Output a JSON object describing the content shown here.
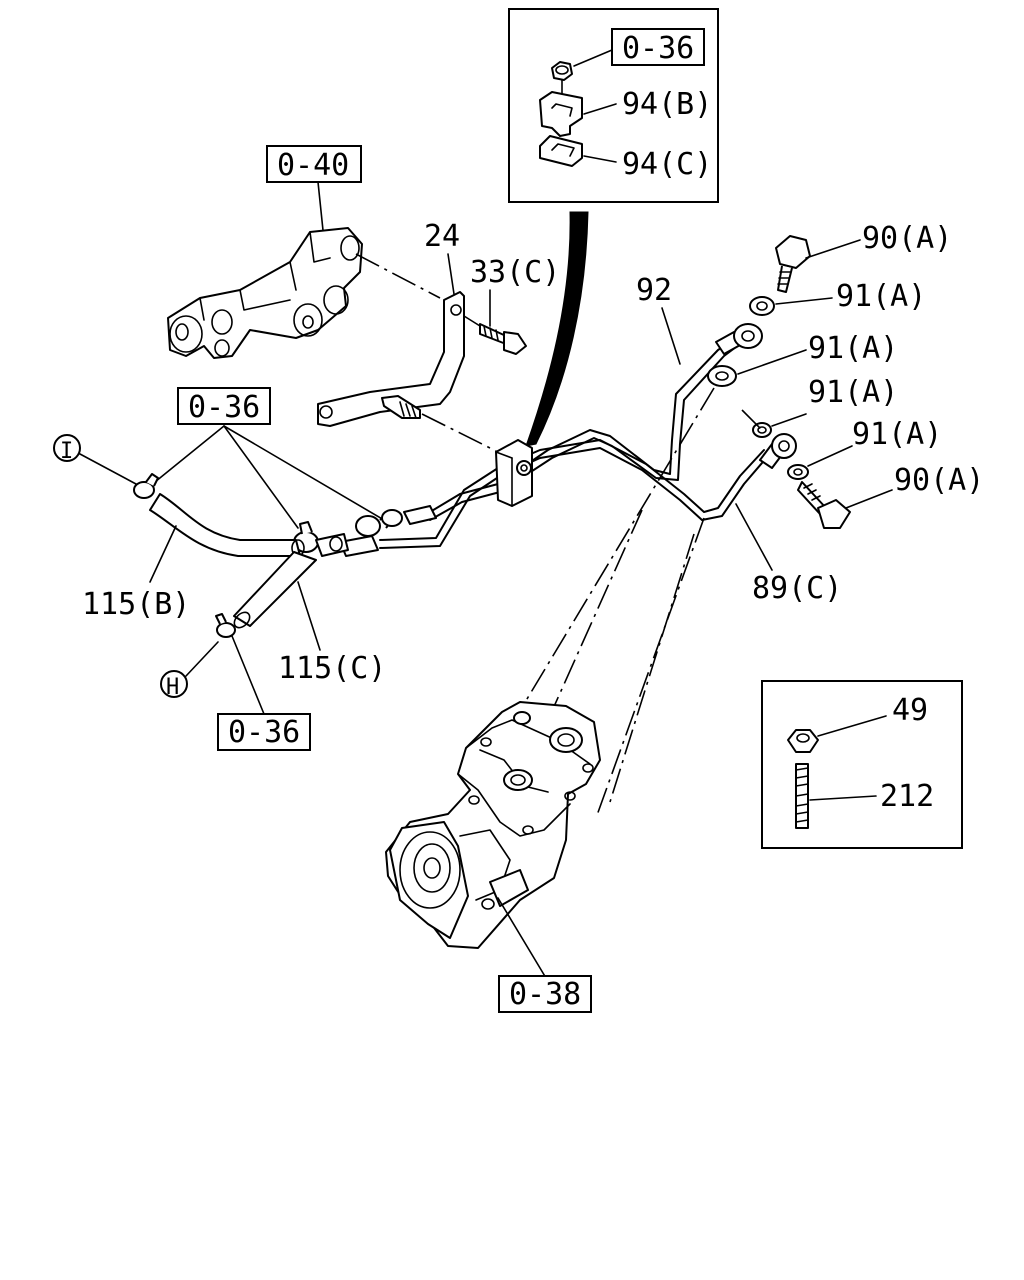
{
  "labels": {
    "ref_0_36_inset": "0-36",
    "ref_0_40": "0-40",
    "ref_0_36_left": "0-36",
    "ref_0_36_bottom": "0-36",
    "ref_0_38": "0-38",
    "p94b": "94(B)",
    "p94c": "94(C)",
    "p24": "24",
    "p33c": "33(C)",
    "p92": "92",
    "p90a_top": "90(A)",
    "p91a_1": "91(A)",
    "p91a_2": "91(A)",
    "p91a_3": "91(A)",
    "p91a_4": "91(A)",
    "p90a_bottom": "90(A)",
    "p89c": "89(C)",
    "p115b": "115(B)",
    "p115c": "115(C)",
    "circle_i": "I",
    "circle_h": "H",
    "p49": "49",
    "p212": "212"
  }
}
